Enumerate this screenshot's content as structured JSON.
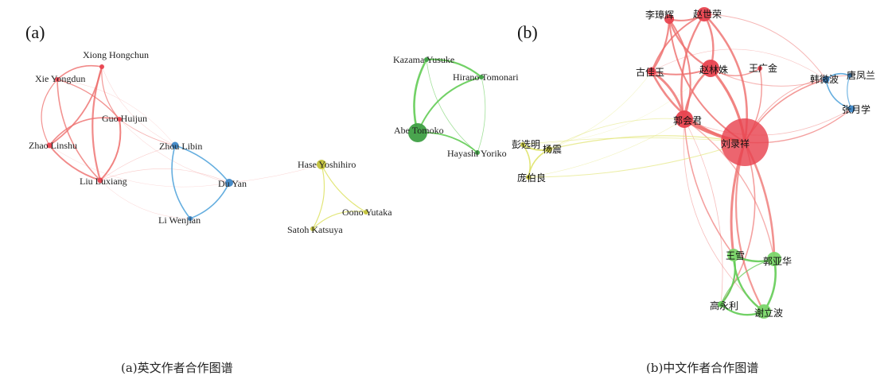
{
  "colors": {
    "red": "#e8434f",
    "red_edge": "#ee6d6b",
    "blue": "#3d86c6",
    "blue_edge": "#54a5dc",
    "olive": "#c2c23a",
    "yellow_edge": "#dfe36a",
    "green_dark": "#3f9f45",
    "green_edge": "#63cc55",
    "green_light": "#7bd66a"
  },
  "panel_a": {
    "letter": "(a)",
    "caption": "(a)英文作者合作图谱",
    "nodes": [
      {
        "id": "xiong",
        "label": "Xiong Hongchun",
        "group": "red"
      },
      {
        "id": "xie",
        "label": "Xie Yongdun",
        "group": "red"
      },
      {
        "id": "guo",
        "label": "Guo Huijun",
        "group": "red"
      },
      {
        "id": "zhao",
        "label": "Zhao Linshu",
        "group": "red"
      },
      {
        "id": "liu",
        "label": "Liu Luxiang",
        "group": "red"
      },
      {
        "id": "zhou",
        "label": "Zhou Libin",
        "group": "blue"
      },
      {
        "id": "du",
        "label": "Du Yan",
        "group": "blue"
      },
      {
        "id": "li",
        "label": "Li Wenjian",
        "group": "blue"
      },
      {
        "id": "hase",
        "label": "Hase Yoshihiro",
        "group": "olive"
      },
      {
        "id": "oono",
        "label": "Oono Yutaka",
        "group": "olive"
      },
      {
        "id": "satoh",
        "label": "Satoh Katsuya",
        "group": "olive"
      },
      {
        "id": "kazama",
        "label": "Kazama Yusuke",
        "group": "green"
      },
      {
        "id": "hirano",
        "label": "Hirano Tomonari",
        "group": "green"
      },
      {
        "id": "abe",
        "label": "Abe Tomoko",
        "group": "green"
      },
      {
        "id": "hayashi",
        "label": "Hayashi Yoriko",
        "group": "green"
      }
    ]
  },
  "panel_b": {
    "letter": "(b)",
    "caption": "(b)中文作者合作图谱",
    "nodes": [
      {
        "id": "lee",
        "label": "李璋辉",
        "group": "red"
      },
      {
        "id": "zhaoshi",
        "label": "赵世荣",
        "group": "red"
      },
      {
        "id": "guji",
        "label": "古佳玉",
        "group": "red"
      },
      {
        "id": "zhaolin",
        "label": "赵林姝",
        "group": "red"
      },
      {
        "id": "wangguang",
        "label": "王广金",
        "group": "red"
      },
      {
        "id": "guohui",
        "label": "郭会君",
        "group": "red"
      },
      {
        "id": "liulu",
        "label": "刘录祥",
        "group": "red"
      },
      {
        "id": "hanwei",
        "label": "韩微波",
        "group": "blue"
      },
      {
        "id": "tang",
        "label": "唐凤兰",
        "group": "blue"
      },
      {
        "id": "zhangyue",
        "label": "张月学",
        "group": "blue"
      },
      {
        "id": "pengxuan",
        "label": "彭选明",
        "group": "olive"
      },
      {
        "id": "yangzhen",
        "label": "杨震",
        "group": "olive"
      },
      {
        "id": "pangbo",
        "label": "庞伯良",
        "group": "olive"
      },
      {
        "id": "wangxue",
        "label": "王雪",
        "group": "green"
      },
      {
        "id": "guoya",
        "label": "郭亚华",
        "group": "green"
      },
      {
        "id": "gaoyong",
        "label": "高永利",
        "group": "green"
      },
      {
        "id": "xieli",
        "label": "谢立波",
        "group": "green"
      }
    ]
  }
}
